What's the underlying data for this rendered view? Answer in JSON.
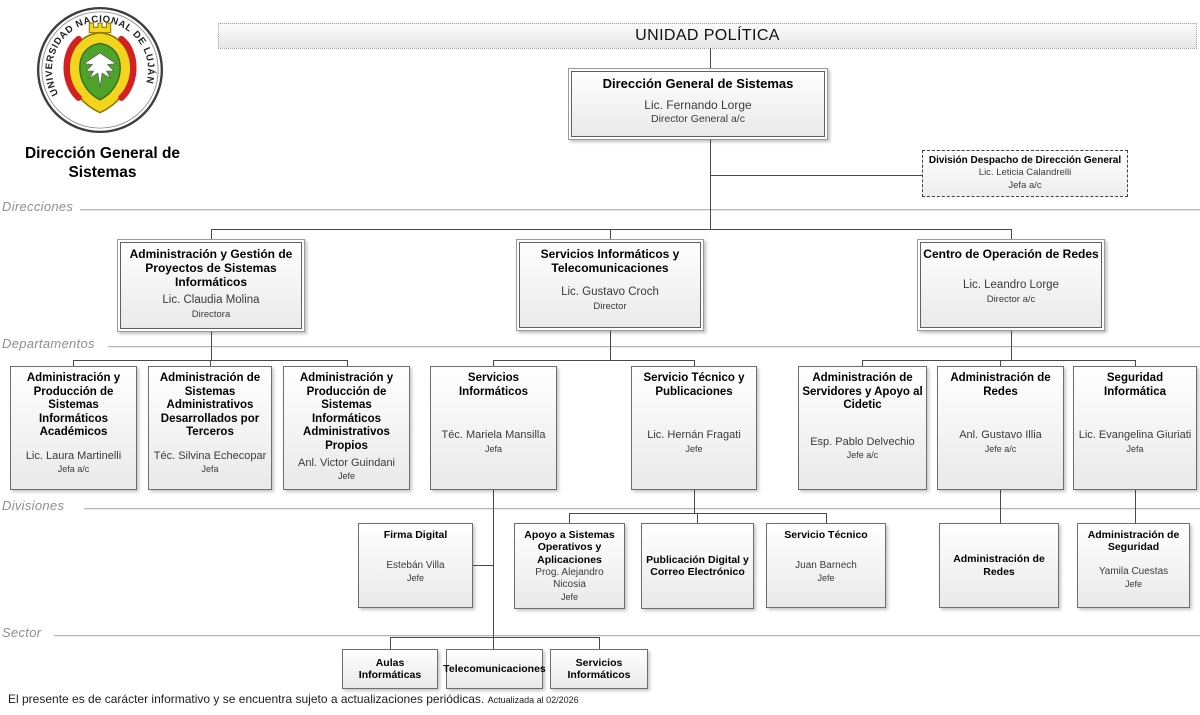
{
  "banner": {
    "title": "UNIDAD POLÍTICA"
  },
  "logo": {
    "seal_text": "UNIVERSIDAD NACIONAL DE LUJÁN",
    "unit_title": "Dirección General de Sistemas"
  },
  "levels": {
    "direcciones": "Direcciones",
    "departamentos": "Departamentos",
    "divisiones": "Divisiones",
    "sector": "Sector"
  },
  "boxes": {
    "dgs": {
      "title": "Dirección General de Sistemas",
      "name": "Lic. Fernando Lorge",
      "role": "Director General a/c"
    },
    "despacho": {
      "title": "División Despacho de Dirección General",
      "name": "Lic. Leticia Calandrelli",
      "role": "Jefa a/c"
    },
    "dept_proyectos": {
      "title": "Administración y Gestión de Proyectos de Sistemas Informáticos",
      "name": "Lic. Claudia Molina",
      "role": "Directora"
    },
    "dept_servicios": {
      "title": "Servicios Informáticos y Telecomunicaciones",
      "name": "Lic. Gustavo Croch",
      "role": "Director"
    },
    "dept_redes": {
      "title": "Centro de Operación de Redes",
      "name": "Lic. Leandro Lorge",
      "role": "Director a/c"
    },
    "div_academicos": {
      "title": "Administración y Producción de Sistemas Informáticos Académicos",
      "name": "Lic. Laura Martinelli",
      "role": "Jefa a/c"
    },
    "div_terceros": {
      "title": "Administración de Sistemas Administrativos Desarrollados por Terceros",
      "name": "Téc. Silvina Echecopar",
      "role": "Jefa"
    },
    "div_propios": {
      "title": "Administración y Producción de Sistemas Informáticos Administrativos Propios",
      "name": "Anl. Victor Guindani",
      "role": "Jefe"
    },
    "div_serv_informaticos": {
      "title": "Servicios Informáticos",
      "name": "Téc. Mariela Mansilla",
      "role": "Jefa"
    },
    "div_serv_tecnico_pub": {
      "title": "Servicio Técnico y Publicaciones",
      "name": "Lic. Hernán Fragati",
      "role": "Jefe"
    },
    "div_servidores": {
      "title": "Administración de Servidores y Apoyo al Cidetic",
      "name": "Esp. Pablo Delvechio",
      "role": "Jefe a/c"
    },
    "div_adm_redes": {
      "title": "Administración de Redes",
      "name": "Anl. Gustavo Illia",
      "role": "Jefe a/c"
    },
    "div_seguridad": {
      "title": "Seguridad Informática",
      "name": "Lic. Evangelina Giuriati",
      "role": "Jefa"
    },
    "sub_firma_digital": {
      "title": "Firma Digital",
      "name": "Estebán Villa",
      "role": "Jefe"
    },
    "sub_apoyo_so": {
      "title": "Apoyo a Sistemas Operativos y Aplicaciones",
      "name": "Prog. Alejandro Nicosia",
      "role": "Jefe"
    },
    "sub_publicacion": {
      "title": "Publicación Digital y Correo Electrónico"
    },
    "sub_serv_tecnico": {
      "title": "Servicio Técnico",
      "name": "Juan Barnech",
      "role": "Jefe"
    },
    "sub_adm_redes": {
      "title": "Administración de Redes"
    },
    "sub_adm_seguridad": {
      "title": "Administración de Seguridad",
      "name": "Yamila Cuestas",
      "role": "Jefe"
    },
    "sec_aulas": {
      "title": "Aulas Informáticas"
    },
    "sec_telecom": {
      "title": "Telecomunicaciones"
    },
    "sec_servicios": {
      "title": "Servicios Informáticos"
    }
  },
  "footer": {
    "note": "El presente es de carácter informativo y se encuentra sujeto a actualizaciones periódicas.",
    "updated": "Actualizada al 02/2026"
  },
  "colors": {
    "connector": "#4a4a4a",
    "box_border": "#6e6e6e",
    "separator": "#b5b5b5",
    "seal_yellow": "#f2d51c",
    "seal_red": "#d42020",
    "seal_green": "#4fa32b"
  }
}
